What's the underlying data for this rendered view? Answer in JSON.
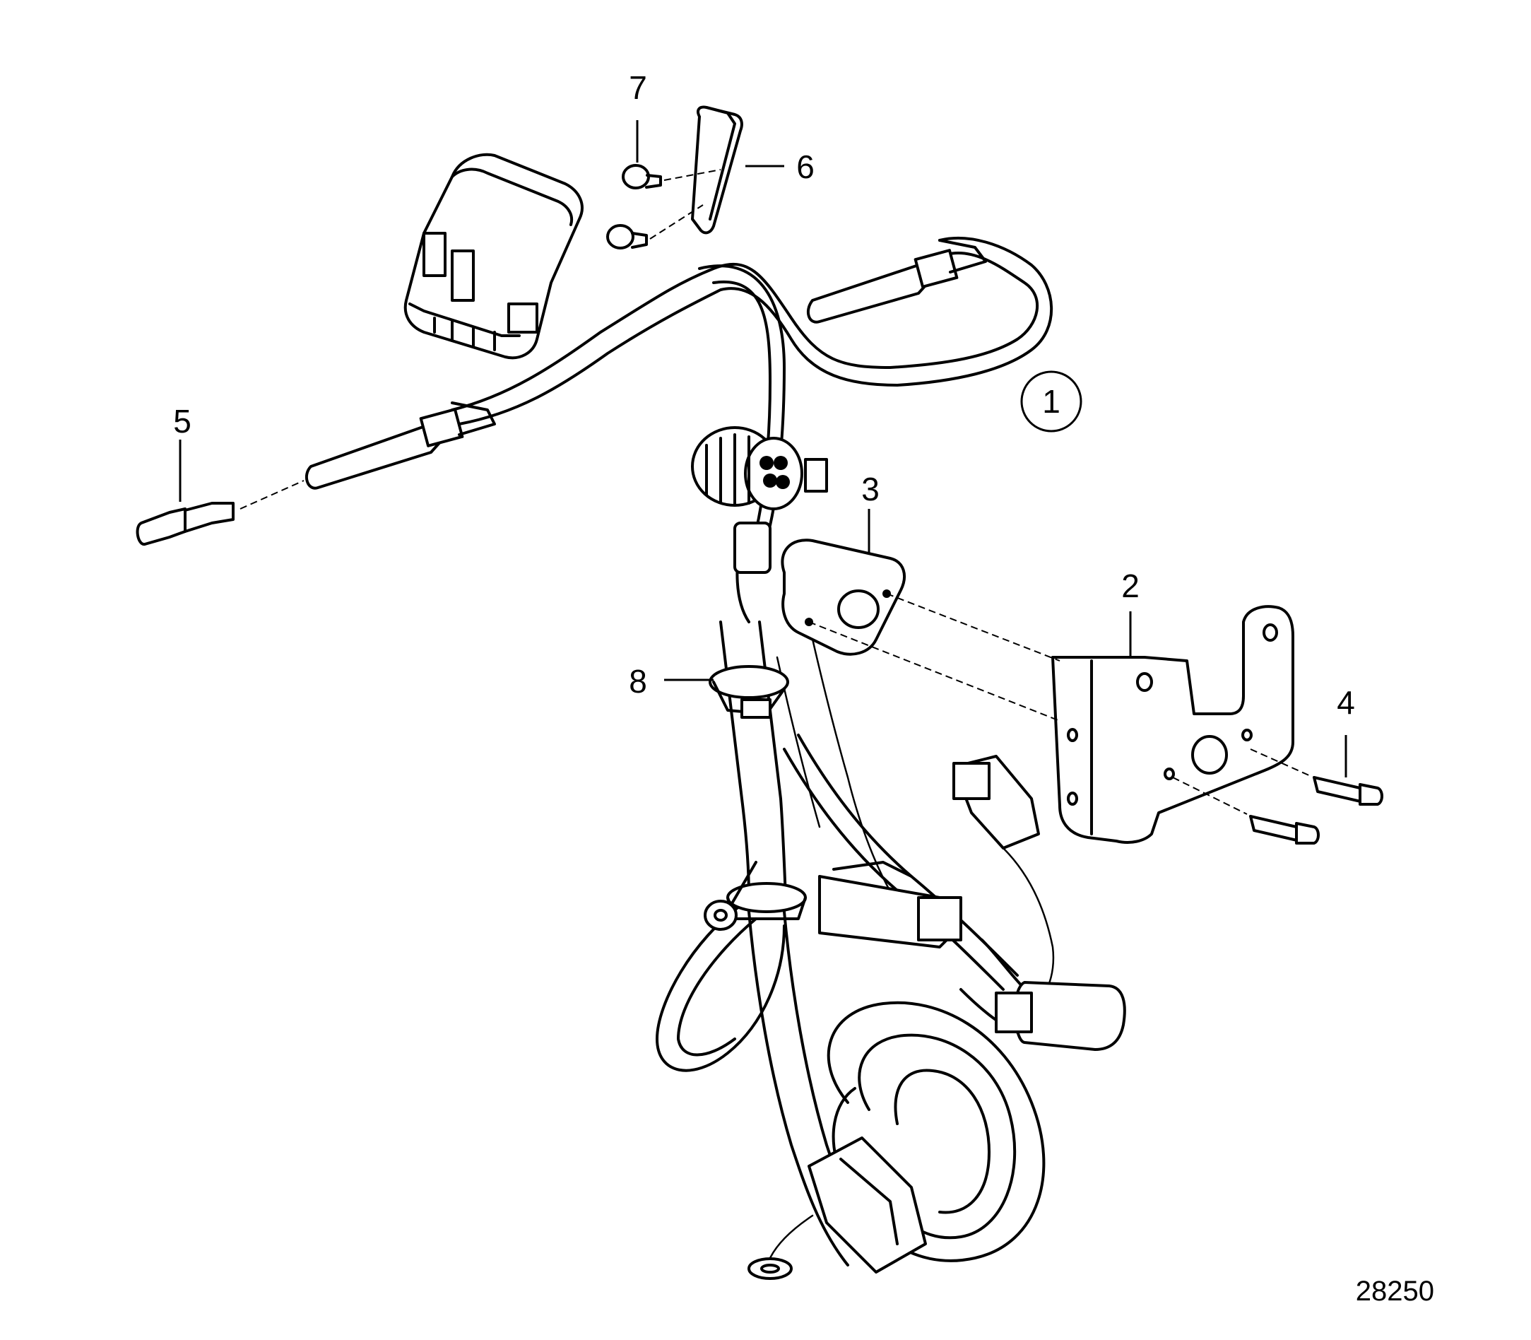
{
  "callouts": {
    "c1": "1",
    "c2": "2",
    "c3": "3",
    "c4": "4",
    "c5": "5",
    "c6": "6",
    "c7": "7",
    "c8": "8"
  },
  "reference_number": "28250"
}
